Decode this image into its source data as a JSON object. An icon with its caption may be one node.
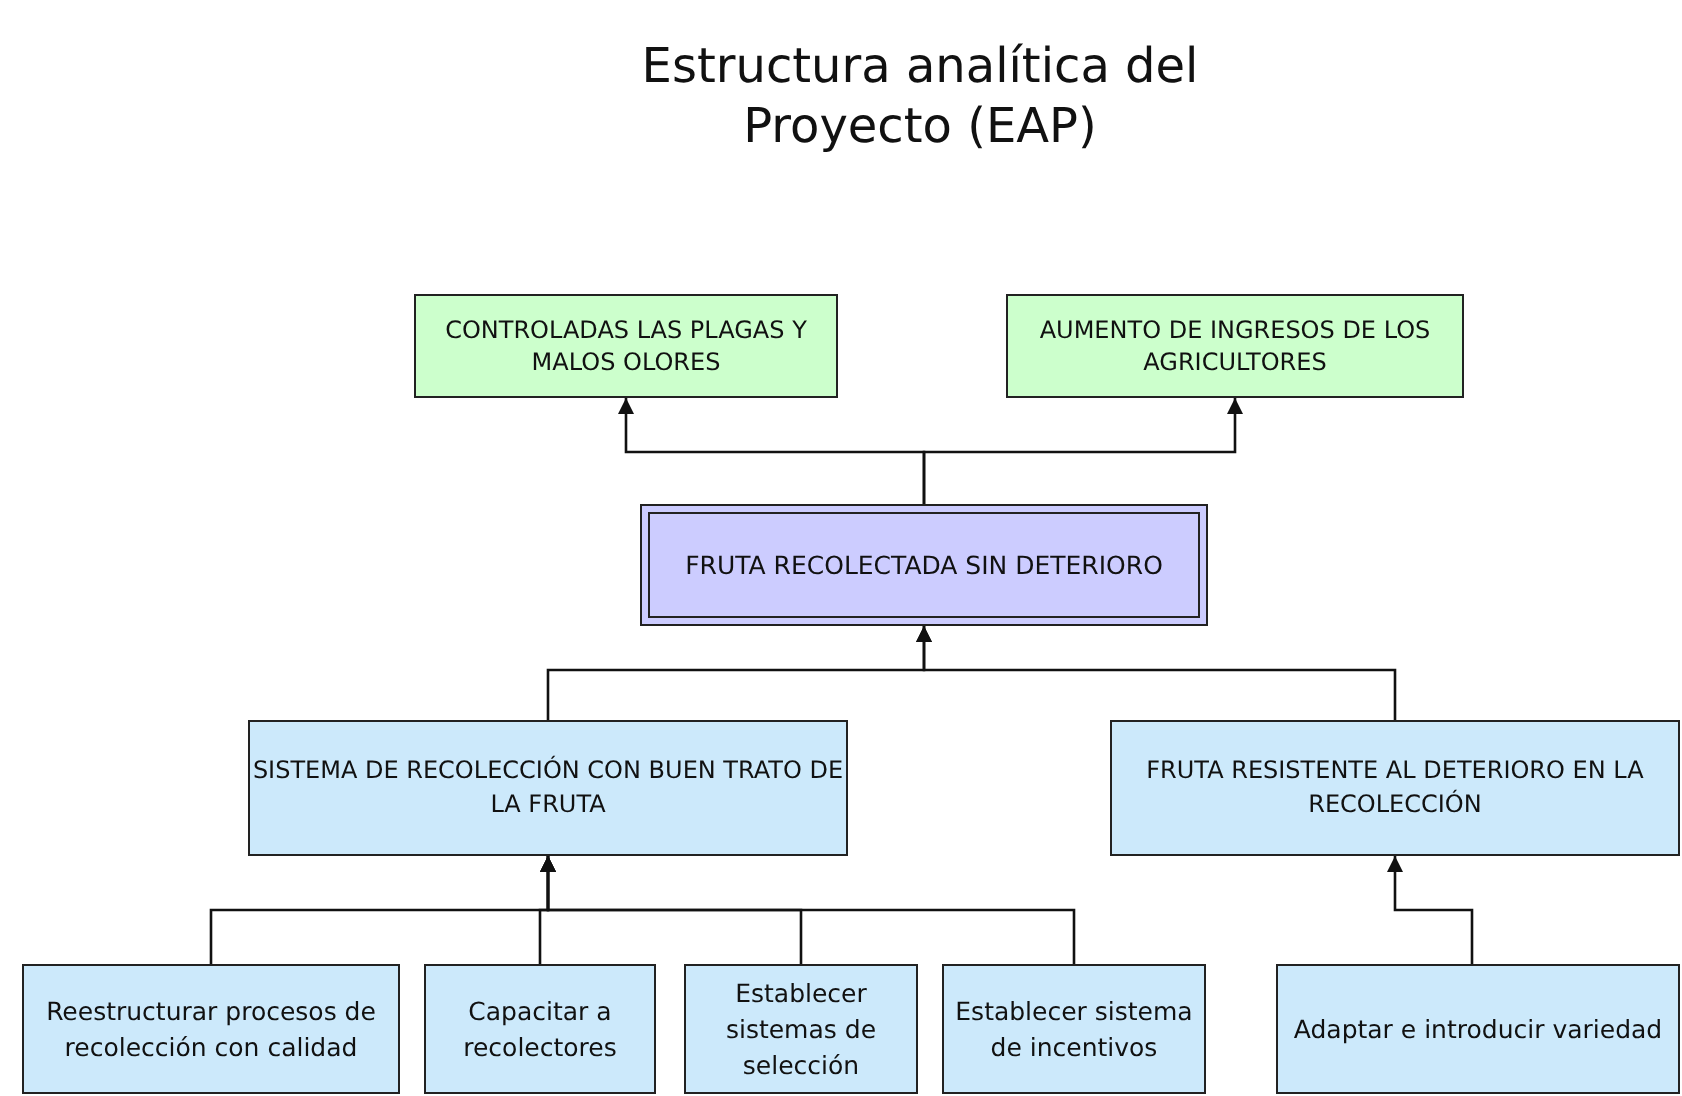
{
  "diagram": {
    "title": "Estructura analítica del Proyecto (EAP)",
    "nodes": [
      {
        "text": [
          "CONTROLADAS LAS PLAGAS Y MALOS OLORES"
        ]
      },
      {
        "text": [
          "AUMENTO DE INGRESOS DE LOS AGRICULTORES"
        ]
      },
      {
        "text": [
          "FRUTA RECOLECTADA SIN DETERIORO"
        ]
      },
      {
        "text": [
          "SISTEMA DE RECOLECCIÓN CON BUEN TRATO DE LA FRUTA"
        ]
      },
      {
        "text": [
          "FRUTA RESISTENTE AL DETERIORO EN LA RECOLECCIÓN"
        ]
      },
      {
        "text": [
          "Reestructurar procesos de recolección con calidad"
        ]
      },
      {
        "text": [
          "Capacitar a recolectores"
        ]
      },
      {
        "text": [
          "Establecer sistemas de selección"
        ]
      },
      {
        "text": [
          "Establecer sistema de incentivos"
        ]
      },
      {
        "text": [
          "Adaptar e introducir variedad"
        ]
      }
    ],
    "edges": [
      {
        "from": 2,
        "to": 0,
        "arrow": "to"
      },
      {
        "from": 2,
        "to": 1,
        "arrow": "to"
      },
      {
        "from": 3,
        "to": 2,
        "arrow": "to"
      },
      {
        "from": 4,
        "to": 2,
        "arrow": "to"
      },
      {
        "from": 5,
        "to": 3,
        "arrow": "to"
      },
      {
        "from": 6,
        "to": 3,
        "arrow": "to"
      },
      {
        "from": 7,
        "to": 3,
        "arrow": "to"
      },
      {
        "from": 8,
        "to": 3,
        "arrow": "to"
      },
      {
        "from": 9,
        "to": 4,
        "arrow": "to"
      }
    ]
  }
}
